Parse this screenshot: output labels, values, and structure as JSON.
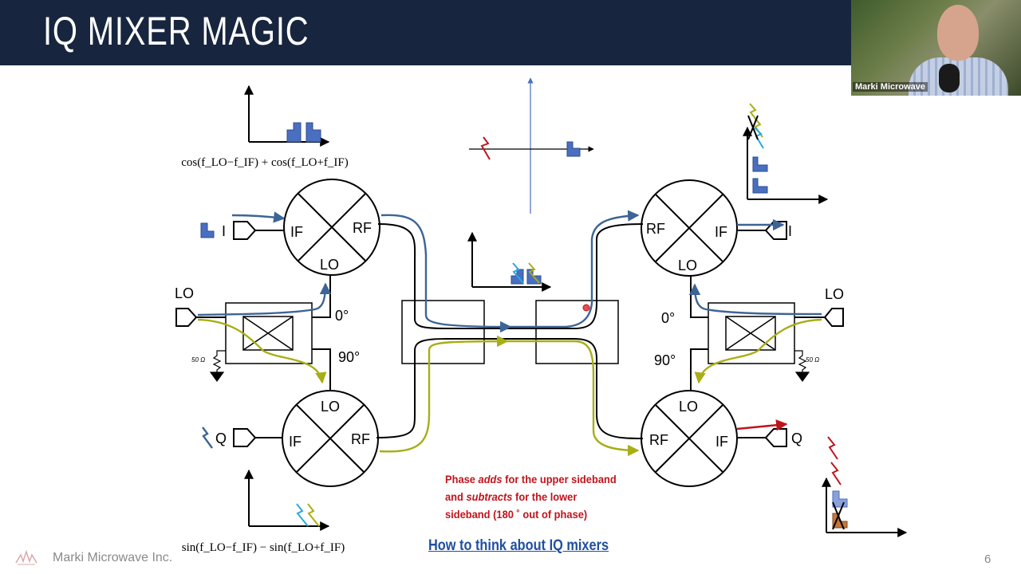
{
  "slide": {
    "title": "IQ MIXER MAGIC",
    "page_number": "6",
    "company": "Marki Microwave Inc."
  },
  "webcam": {
    "label": "Marki Microwave"
  },
  "formulas": {
    "top": "cos(f_LO−f_IF) + cos(f_LO+f_IF)",
    "bottom": "sin(f_LO−f_IF) − sin(f_LO+f_IF)"
  },
  "ports": {
    "if": "IF",
    "rf": "RF",
    "lo": "LO",
    "i": "I",
    "q": "Q",
    "lo_input": "LO",
    "phase_0": "0°",
    "phase_90": "90°",
    "termination": "50 Ω"
  },
  "note": {
    "part1": "Phase ",
    "adds": "adds",
    "part2": " for the upper sideband and ",
    "subtracts": "subtracts",
    "part3": " for the lower sideband (180 ˚ out of phase)"
  },
  "link": {
    "label": "How to think about IQ mixers"
  },
  "colors": {
    "header_bg": "#17253f",
    "i_path": "#3d6496",
    "q_path": "#a8ae16",
    "red": "#c0141c",
    "spectrum_blue": "#4a6fc0",
    "cyan": "#29a8e0",
    "orange": "#c8773c"
  }
}
